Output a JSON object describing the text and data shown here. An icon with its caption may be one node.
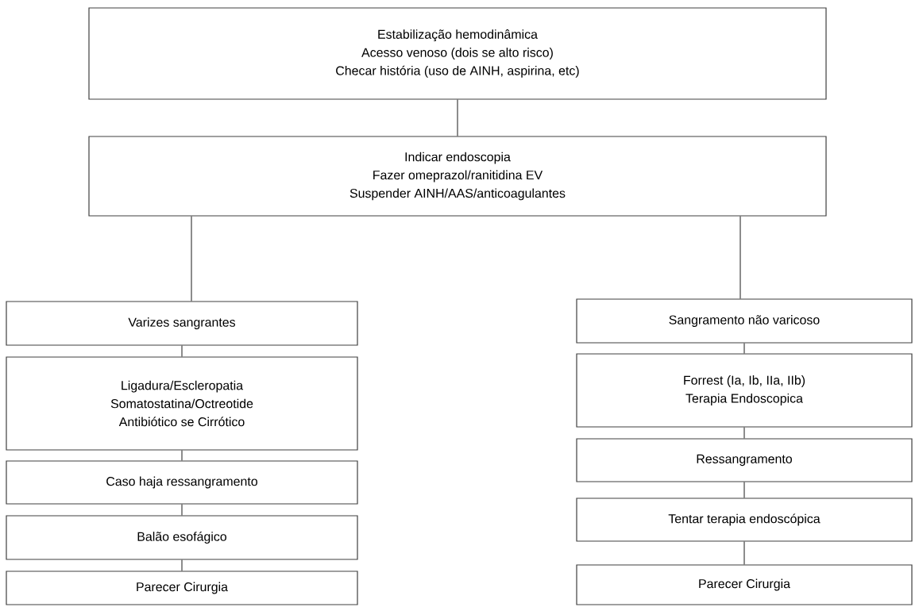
{
  "diagram": {
    "nodes": [
      {
        "text": [
          "Estabilização hemodinâmica",
          "Acesso venoso (dois se alto risco)",
          "Checar história (uso de AINH, aspirina, etc)"
        ]
      },
      {
        "text": [
          "Indicar endoscopia",
          "Fazer omeprazol/ranitidina EV",
          "Suspender AINH/AAS/anticoagulantes"
        ]
      },
      {
        "text": [
          "Varizes sangrantes"
        ]
      },
      {
        "text": [
          "Ligadura/Escleropatia",
          "Somatostatina/Octreotide",
          "Antibiótico se Cirrótico"
        ]
      },
      {
        "text": [
          "Caso haja ressangramento"
        ]
      },
      {
        "text": [
          "Balão esofágico"
        ]
      },
      {
        "text": [
          "Parecer Cirurgia"
        ]
      },
      {
        "text": [
          "Sangramento não varicoso"
        ]
      },
      {
        "text": [
          "Forrest (Ia, Ib, IIa, IIb)",
          "Terapia Endoscopica"
        ]
      },
      {
        "text": [
          "Ressangramento"
        ]
      },
      {
        "text": [
          "Tentar terapia endoscópica"
        ]
      },
      {
        "text": [
          "Parecer Cirurgia"
        ]
      }
    ],
    "edges": [
      {
        "from": 0,
        "to": 1,
        "arrow": "none"
      },
      {
        "from": 1,
        "to": 2,
        "arrow": "none"
      },
      {
        "from": 1,
        "to": 7,
        "arrow": "none"
      },
      {
        "from": 2,
        "to": 3,
        "arrow": "none"
      },
      {
        "from": 3,
        "to": 4,
        "arrow": "none"
      },
      {
        "from": 4,
        "to": 5,
        "arrow": "none"
      },
      {
        "from": 5,
        "to": 6,
        "arrow": "none"
      },
      {
        "from": 7,
        "to": 8,
        "arrow": "none"
      },
      {
        "from": 8,
        "to": 9,
        "arrow": "none"
      },
      {
        "from": 9,
        "to": 10,
        "arrow": "none"
      },
      {
        "from": 10,
        "to": 11,
        "arrow": "none"
      }
    ]
  }
}
